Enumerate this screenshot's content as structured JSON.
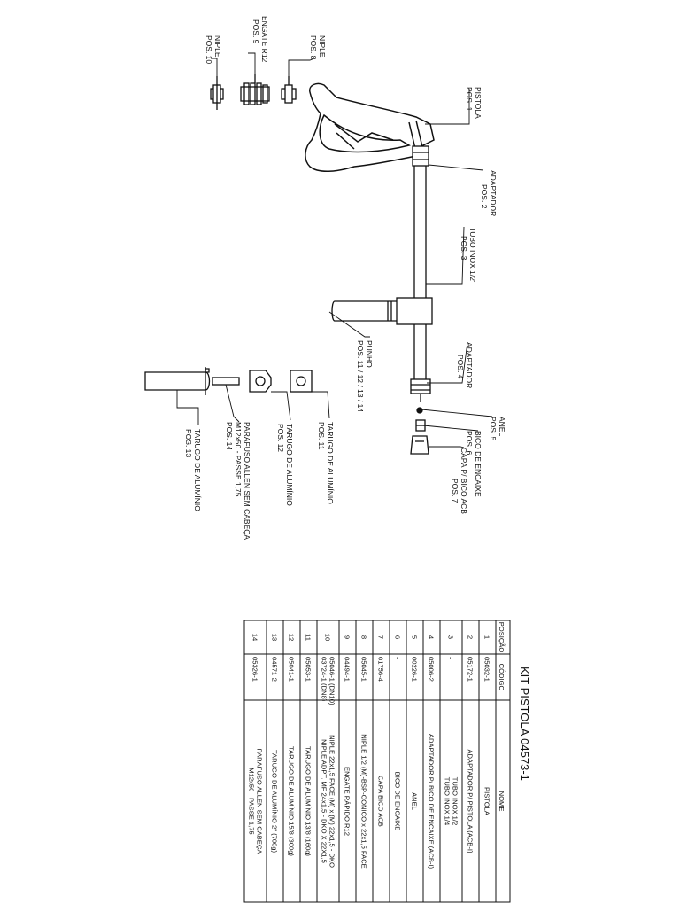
{
  "callouts": {
    "pos10": {
      "name": "NIPLE",
      "pos": "POS. 10"
    },
    "pos9": {
      "name": "ENGATE R12",
      "pos": "POS. 9"
    },
    "pos8": {
      "name": "NIPLE",
      "pos": "POS. 8"
    },
    "pos1": {
      "name": "PISTOLA",
      "pos": "POS. 1"
    },
    "pos2": {
      "name": "ADAPTADOR",
      "pos": "POS. 2"
    },
    "pos3": {
      "name": "TUBO INOX 1/2'",
      "pos": "POS. 3"
    },
    "pos4": {
      "name": "ADAPTADOR",
      "pos": "POS. 4"
    },
    "pos5": {
      "name": "ANEL",
      "pos": "POS. 5"
    },
    "pos6": {
      "name": "BICO DE ENCAIXE",
      "pos": "POS. 6"
    },
    "pos7": {
      "name": "CAPA P/ BICO ACB",
      "pos": "POS. 7"
    },
    "punho": {
      "name": "PUNHO",
      "pos": "POS. 11 / 12 / 13 / 14"
    },
    "pos11": {
      "name": "TARUGO DE ALUMÍNIO",
      "pos": "POS. 11"
    },
    "pos12": {
      "name": "TARUGO DE ALUMÍNIO",
      "pos": "POS. 12"
    },
    "pos14": {
      "name": "PARAFUSO ALLEN SEM CABEÇA",
      "spec": "M12x50 - PASSE 1,75",
      "pos": "POS. 14"
    },
    "pos13": {
      "name": "TARUGO DE ALUMÍNIO",
      "pos": "POS. 13"
    }
  },
  "table": {
    "title": "KIT PISTOLA 04573-1",
    "headers": [
      "POSIÇÃO",
      "CÓDIGO",
      "NOME"
    ],
    "rows": [
      {
        "pos": "1",
        "codigo": [
          "05032-1"
        ],
        "nome": [
          "PISTOLA"
        ]
      },
      {
        "pos": "2",
        "codigo": [
          "05172-1"
        ],
        "nome": [
          "ADAPTADOR P/ PISTOLA (ACB-I)"
        ]
      },
      {
        "pos": "3",
        "codigo": [
          "-"
        ],
        "nome": [
          "TUBO INOX 1/2",
          "TUBO INOX 1/4"
        ]
      },
      {
        "pos": "4",
        "codigo": [
          "05006-2"
        ],
        "nome": [
          "ADAPTADOR P/ BICO DE ENCAIXE (ACB-I)"
        ]
      },
      {
        "pos": "5",
        "codigo": [
          "00226-1"
        ],
        "nome": [
          "ANEL"
        ]
      },
      {
        "pos": "6",
        "codigo": [
          "-"
        ],
        "nome": [
          "BICO DE ENCAIXE"
        ]
      },
      {
        "pos": "7",
        "codigo": [
          "01756-4"
        ],
        "nome": [
          "CAPA BICO ACB"
        ]
      },
      {
        "pos": "8",
        "codigo": [
          "05045-1"
        ],
        "nome": [
          "NIPLE 1/2 (M)-BSP-CÔNICO x 22x1,5 FACE"
        ]
      },
      {
        "pos": "9",
        "codigo": [
          "04494-1"
        ],
        "nome": [
          "ENGATE RÁPIDO R12"
        ]
      },
      {
        "pos": "10",
        "codigo": [
          "05046-1 (DN10)",
          "03724-1 (DN8)"
        ],
        "nome": [
          "NIPLE 22x1,5 FACE (M) x (M) 22x1,5 - DKO",
          "NIPLE ADPT. MF 24x1,5 - DKO X 22X1,5"
        ]
      },
      {
        "pos": "11",
        "codigo": [
          "05053-1"
        ],
        "nome": [
          "TARUGO DE ALUMÍNIO 13/8   (160g)"
        ]
      },
      {
        "pos": "12",
        "codigo": [
          "05041-1"
        ],
        "nome": [
          "TARUGO DE ALUMÍNIO 15/8   (300g)"
        ]
      },
      {
        "pos": "13",
        "codigo": [
          "04571-2"
        ],
        "nome": [
          "TARUGO DE ALUMÍNIO 2\"   (700g)"
        ]
      },
      {
        "pos": "14",
        "codigo": [
          "05326-1"
        ],
        "nome": [
          "PARAFUSO ALLEN SEM CABEÇA",
          "M12x50 - PASSE 1,75"
        ]
      }
    ]
  }
}
